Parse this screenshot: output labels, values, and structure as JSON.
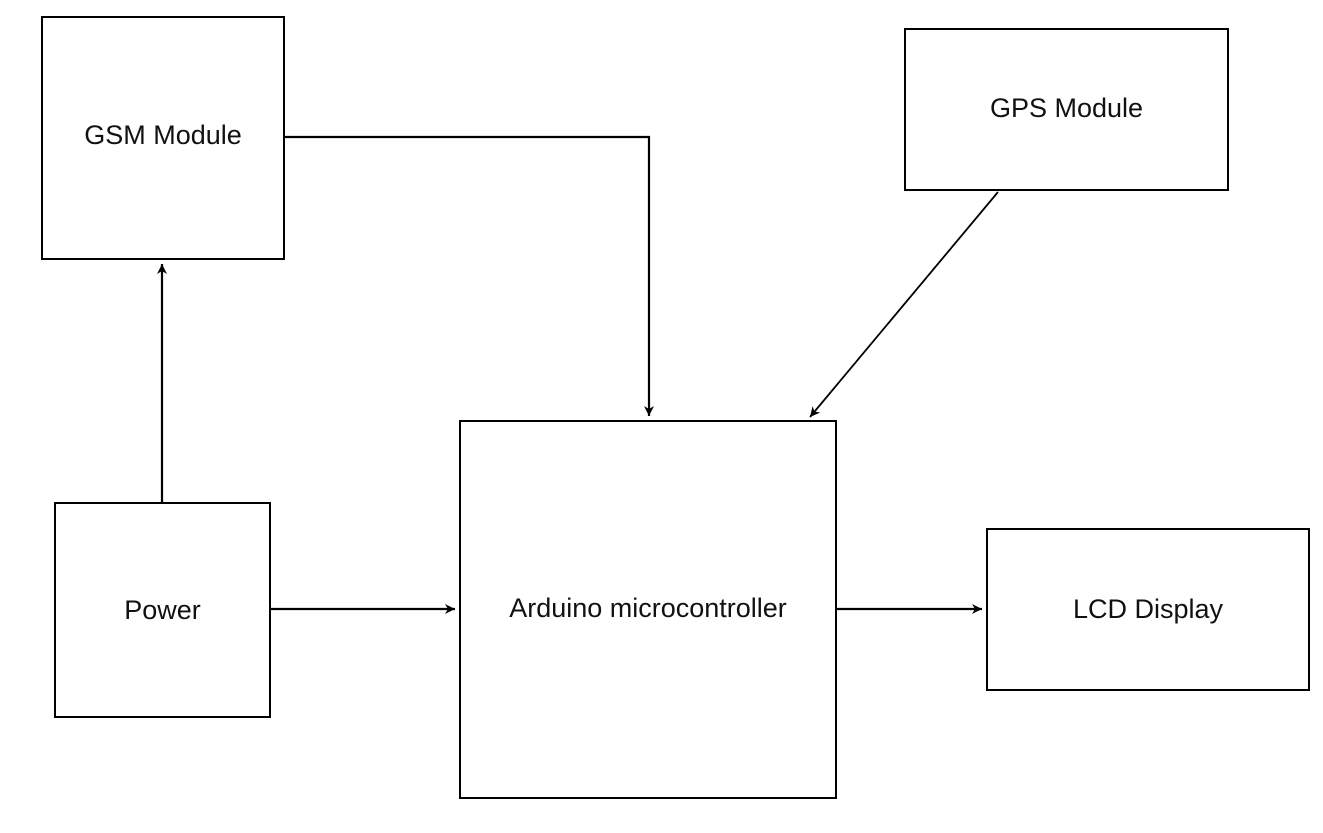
{
  "nodes": {
    "gsm": {
      "label": "GSM Module"
    },
    "gps": {
      "label": "GPS Module"
    },
    "power": {
      "label": "Power"
    },
    "arduino": {
      "label": "Arduino microcontroller"
    },
    "lcd": {
      "label": "LCD Display"
    }
  },
  "connections": [
    {
      "from": "Power",
      "to": "GSM Module"
    },
    {
      "from": "Power",
      "to": "Arduino microcontroller"
    },
    {
      "from": "GSM Module",
      "to": "Arduino microcontroller"
    },
    {
      "from": "GPS Module",
      "to": "Arduino microcontroller"
    },
    {
      "from": "Arduino microcontroller",
      "to": "LCD Display"
    }
  ],
  "colors": {
    "line": "#000000",
    "background": "#ffffff",
    "text": "#111111"
  }
}
